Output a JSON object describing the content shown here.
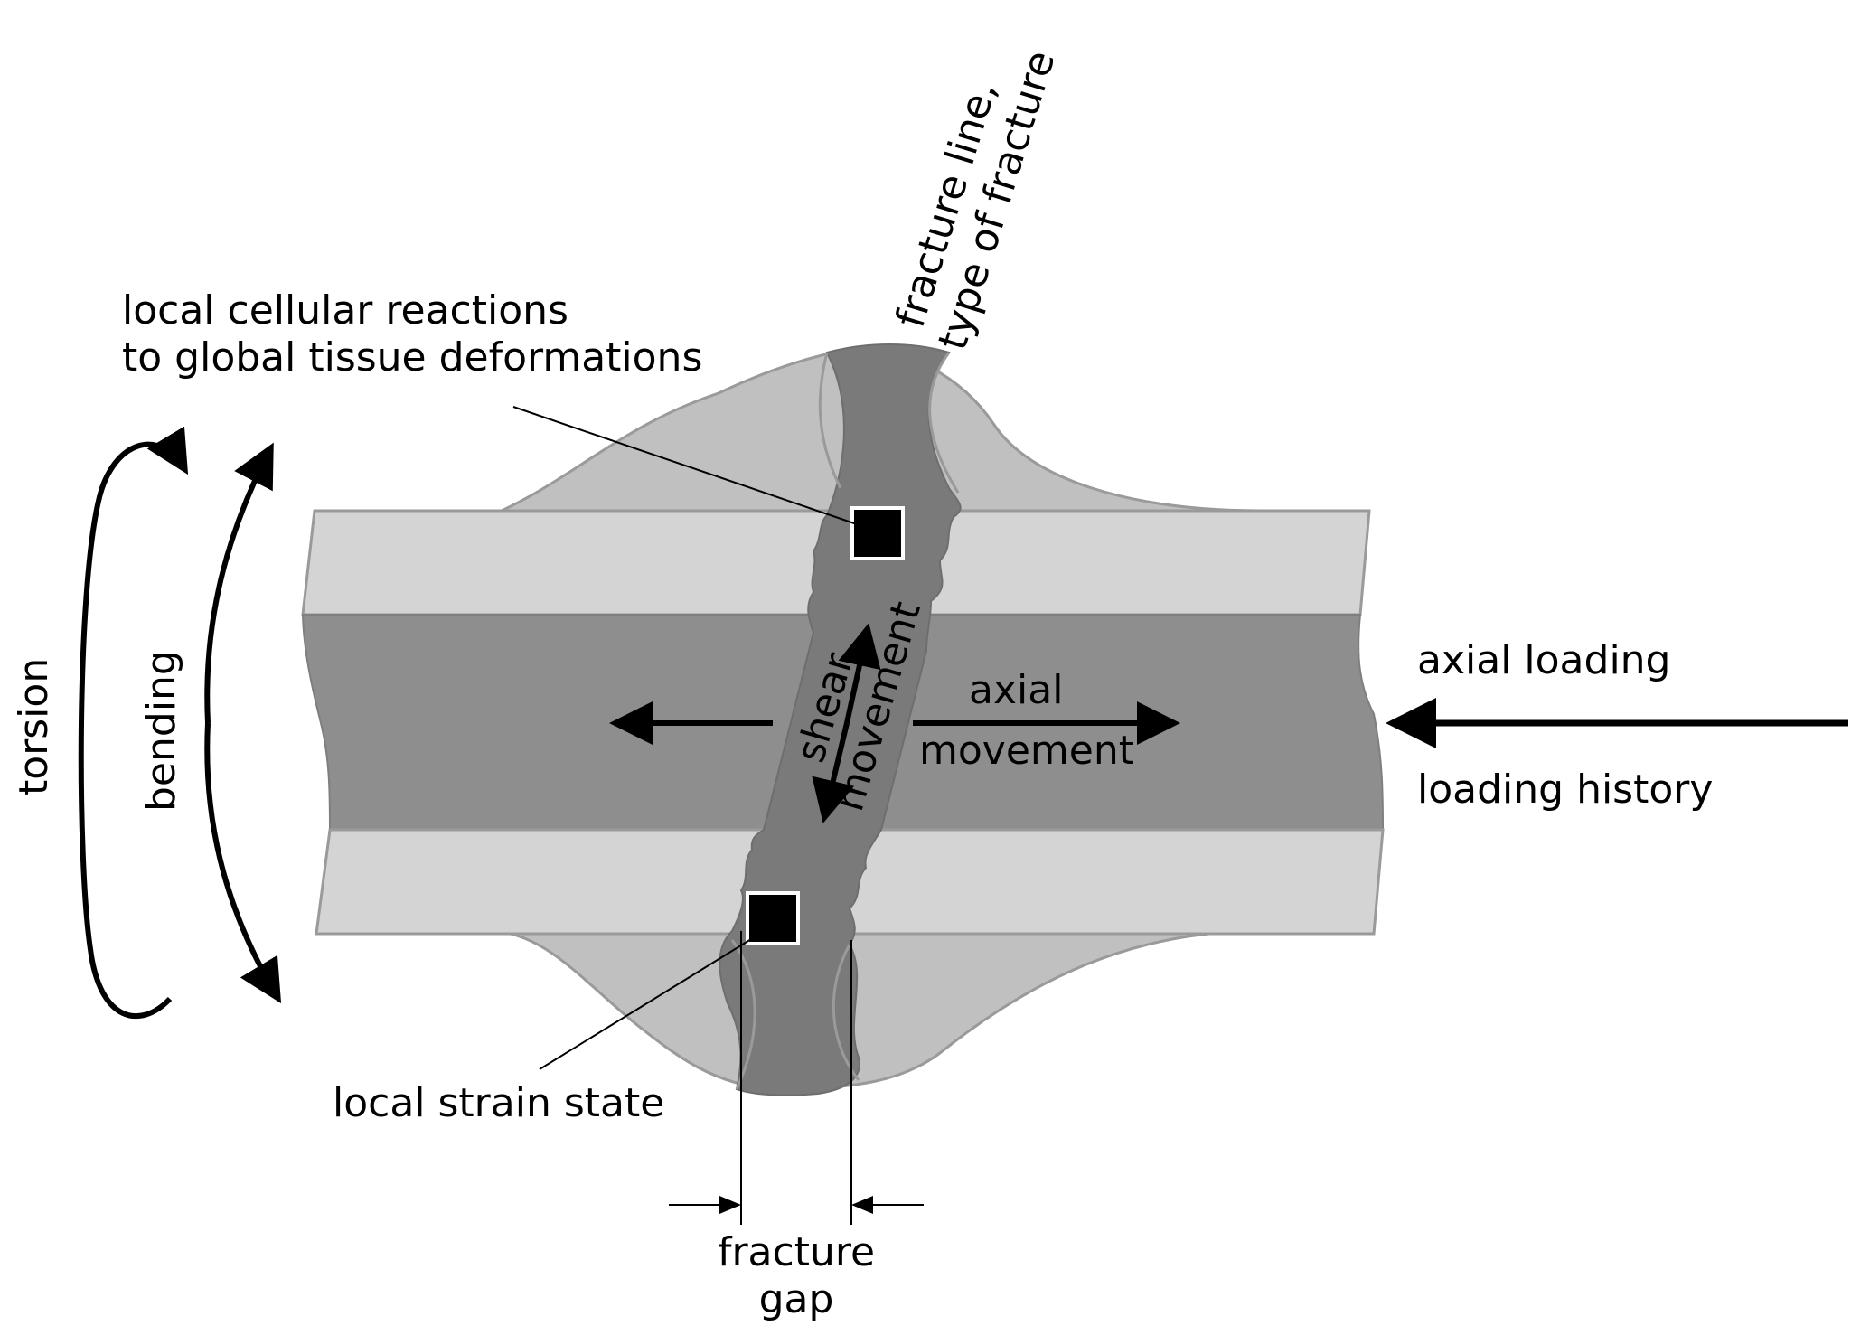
{
  "labels": {
    "cellular_line1": "local cellular reactions",
    "cellular_line2": "to global tissue deformations",
    "fracture_line1": "fracture line,",
    "fracture_line2": "type of fracture",
    "torsion": "torsion",
    "bending": "bending",
    "shear": "shear",
    "shear_movement": "movement",
    "axial": "axial",
    "axial_movement": "movement",
    "axial_loading": "axial loading",
    "loading_history": "loading history",
    "local_strain": "local strain state",
    "gap_line1": "fracture",
    "gap_line2": "gap"
  },
  "colors": {
    "callus": "#c0c0c0",
    "cortex": "#d4d4d4",
    "marrow": "#8e8e8e",
    "fracture_zone": "#7a7a7a",
    "outline": "#9a9a9a",
    "ink": "#000000"
  }
}
